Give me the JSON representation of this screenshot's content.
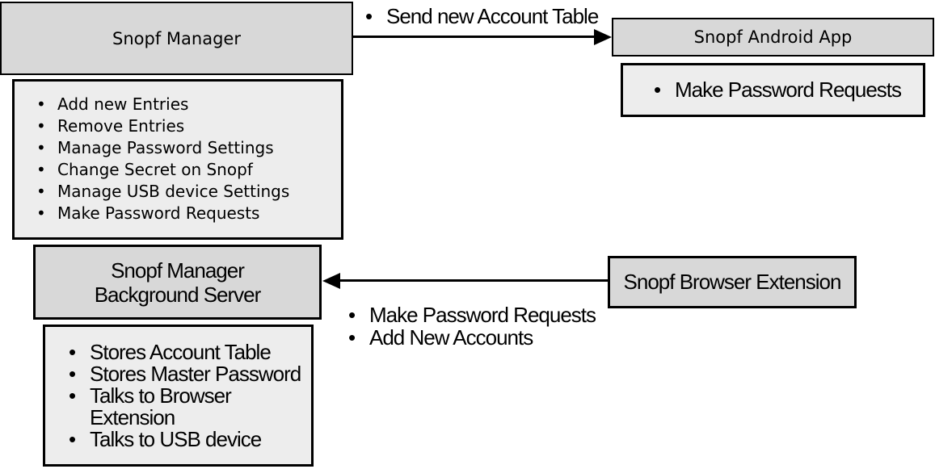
{
  "colors": {
    "background": "#ffffff",
    "node_fill": "#d8d8d8",
    "panel_fill": "#ededed",
    "border": "#000000",
    "text": "#000000",
    "arrow": "#000000"
  },
  "nodes": {
    "manager": {
      "title": "Snopf Manager",
      "features": [
        "Add new Entries",
        "Remove Entries",
        "Manage Password Settings",
        "Change Secret on Snopf",
        "Manage USB device Settings",
        "Make Password Requests"
      ]
    },
    "android": {
      "title": "Snopf Android App",
      "features": [
        "Make Password Requests"
      ]
    },
    "server": {
      "title_lines": [
        "Snopf Manager",
        "Background Server"
      ],
      "features": [
        "Stores Account Table",
        "Stores Master Password",
        "Talks to Browser Extension",
        "Talks to USB device"
      ]
    },
    "browser": {
      "title": "Snopf Browser Extension"
    }
  },
  "edges": [
    {
      "from": "Snopf Manager",
      "to": "Snopf Android App",
      "direction": "right",
      "labels": [
        "Send new Account Table"
      ]
    },
    {
      "from": "Snopf Browser Extension",
      "to": "Snopf Manager Background Server",
      "direction": "left",
      "labels": [
        "Make Password Requests",
        "Add New Accounts"
      ]
    }
  ]
}
